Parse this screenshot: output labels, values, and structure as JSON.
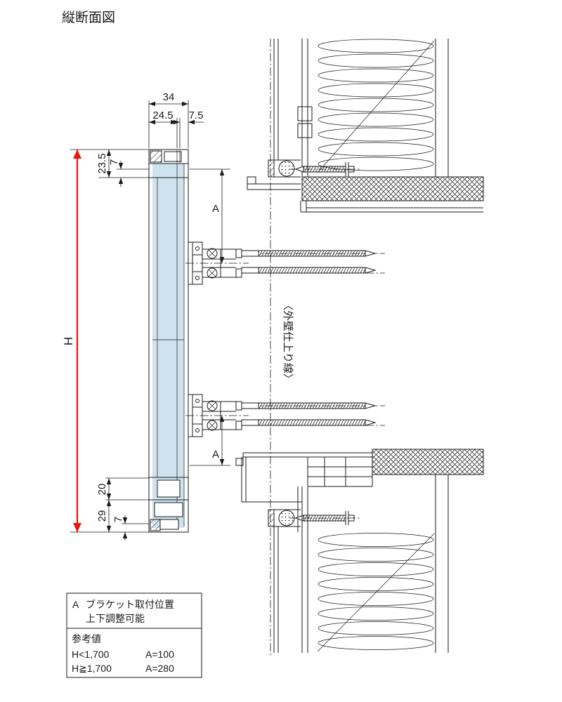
{
  "title": "縦断面図",
  "dimensions": {
    "panel_width_total": "34",
    "panel_width_left": "24.5",
    "panel_width_right": "7.5",
    "top_cap_height": "23.5",
    "top_cap_inner": "7",
    "overall_height": "H",
    "bottom_box_height": "20",
    "bottom_cap_height": "29",
    "bottom_cap_inner": "7",
    "bracket_offset_upper": "A",
    "bracket_offset_lower": "A"
  },
  "annotations": {
    "wall_finish_line": "〈外壁仕上り線〉"
  },
  "legend_table": {
    "note_key": "A",
    "note_line1": "ブラケット取付位置",
    "note_line2": "上下調整可能",
    "reference_title": "参考値",
    "rows": [
      {
        "condition": "H<1,700",
        "value": "A=100"
      },
      {
        "condition": "H≧1,700",
        "value": "A=280"
      }
    ]
  },
  "colors": {
    "panel_fill": "#cfe3ee",
    "dimension_red": "#e8160c",
    "line_color": "#1a1a1a"
  }
}
